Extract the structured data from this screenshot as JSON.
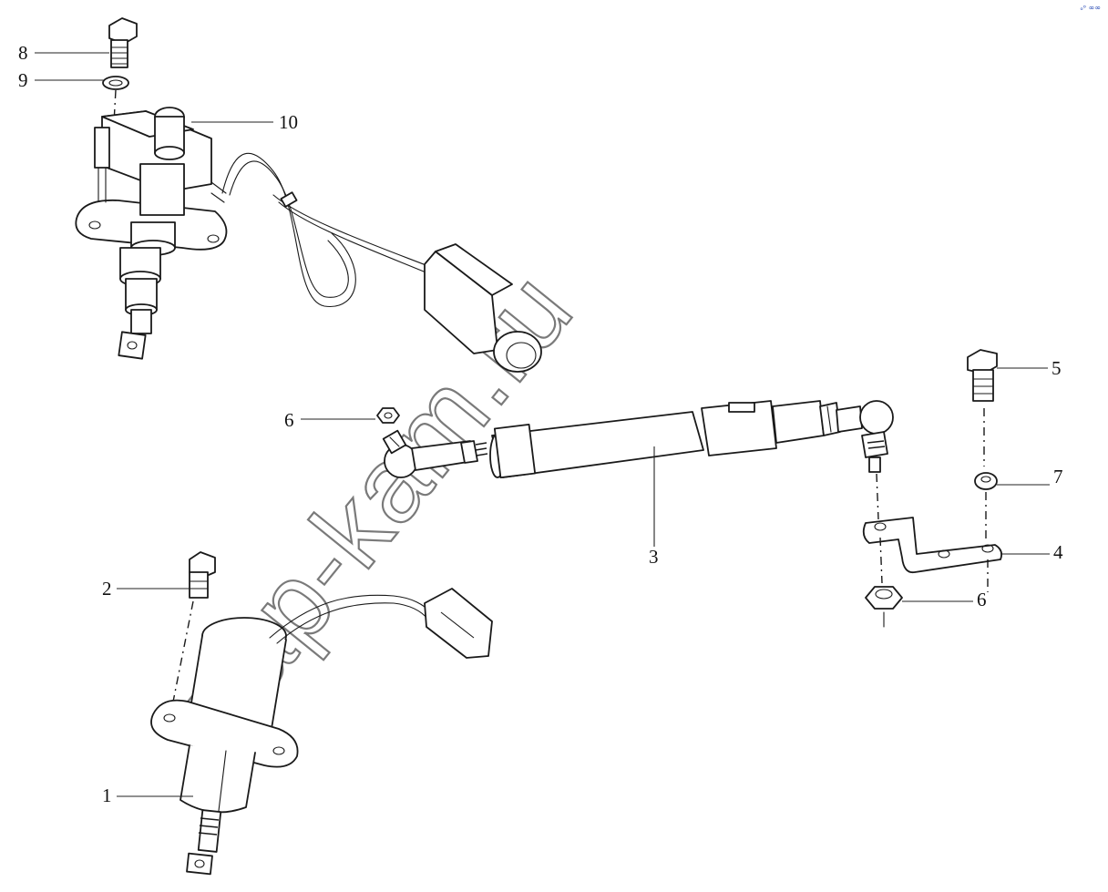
{
  "diagram": {
    "watermark": "zap-kam.ru",
    "corner_mark": "ₒᵒ ∞∞",
    "callouts": [
      {
        "id": "c8",
        "label": "8"
      },
      {
        "id": "c9",
        "label": "9"
      },
      {
        "id": "c10",
        "label": "10"
      },
      {
        "id": "c6a",
        "label": "6"
      },
      {
        "id": "c3",
        "label": "3"
      },
      {
        "id": "c5",
        "label": "5"
      },
      {
        "id": "c7",
        "label": "7"
      },
      {
        "id": "c4",
        "label": "4"
      },
      {
        "id": "c6b",
        "label": "6"
      },
      {
        "id": "c2",
        "label": "2"
      },
      {
        "id": "c1",
        "label": "1"
      }
    ]
  }
}
